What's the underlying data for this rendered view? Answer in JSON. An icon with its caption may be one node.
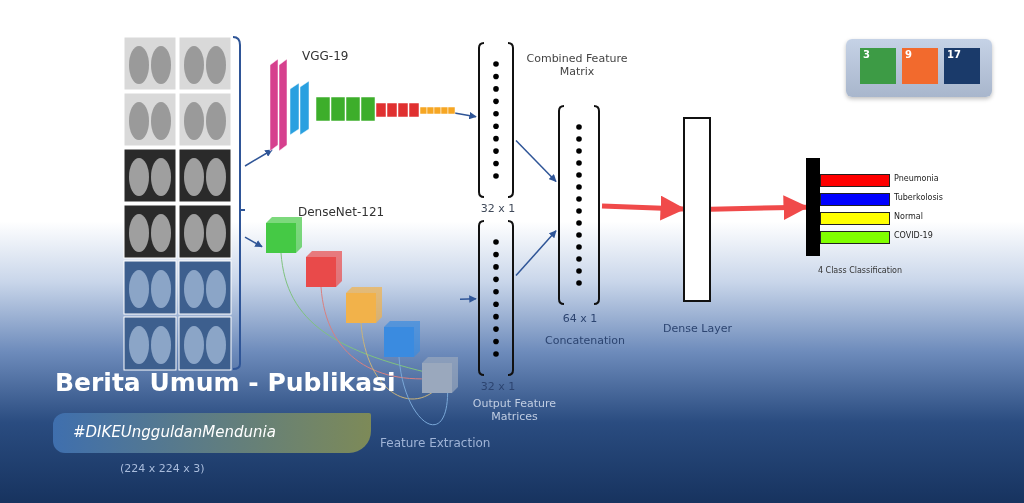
{
  "diagram": {
    "nodes": [
      {
        "text": [],
        "shape": "picture"
      },
      {
        "text": [
          "VGG-19"
        ]
      },
      {
        "text": [
          "DenseNet-121"
        ]
      },
      {
        "text": [],
        "shape": "bar",
        "beside": [
          "32 x 1"
        ]
      },
      {
        "text": [],
        "shape": "bar",
        "beside": [
          "32 x 1",
          "Output Feature Matrices"
        ]
      },
      {
        "text": [
          "Combined Feature Matrix"
        ],
        "beside": [
          "64 x 1",
          "Concatenation"
        ]
      },
      {
        "text": [],
        "shape": "box",
        "beside": [
          "Dense Layer"
        ]
      },
      {
        "text": [
          "4 Class Classification"
        ]
      }
    ],
    "edges": [
      {
        "from": 0,
        "to": 1,
        "arrow": "to"
      },
      {
        "from": 0,
        "to": 2,
        "arrow": "to"
      },
      {
        "from": 1,
        "to": 3,
        "arrow": "to"
      },
      {
        "from": 2,
        "to": 4,
        "arrow": "to"
      },
      {
        "from": 3,
        "to": 5,
        "arrow": "to"
      },
      {
        "from": 4,
        "to": 5,
        "arrow": "to"
      },
      {
        "from": 5,
        "to": 6,
        "arrow": "to",
        "style": "thick",
        "color": "#f04a4a"
      },
      {
        "from": 6,
        "to": 7,
        "arrow": "to",
        "style": "thick",
        "color": "#f04a4a"
      }
    ],
    "labels": [
      "3",
      "9",
      "17",
      "Feature Extraction",
      "Berita Umum - Publikasi",
      "#DIKEUngguldanMendunia",
      "(224 x 224 x 3)"
    ],
    "legend": [
      {
        "text": "Pneumonia",
        "color": "#ff0000"
      },
      {
        "text": "Tuberkolosis",
        "color": "#0000ff"
      },
      {
        "text": "Normal",
        "color": "#ffff00"
      },
      {
        "text": "COVID-19",
        "color": "#80ff00"
      }
    ]
  }
}
